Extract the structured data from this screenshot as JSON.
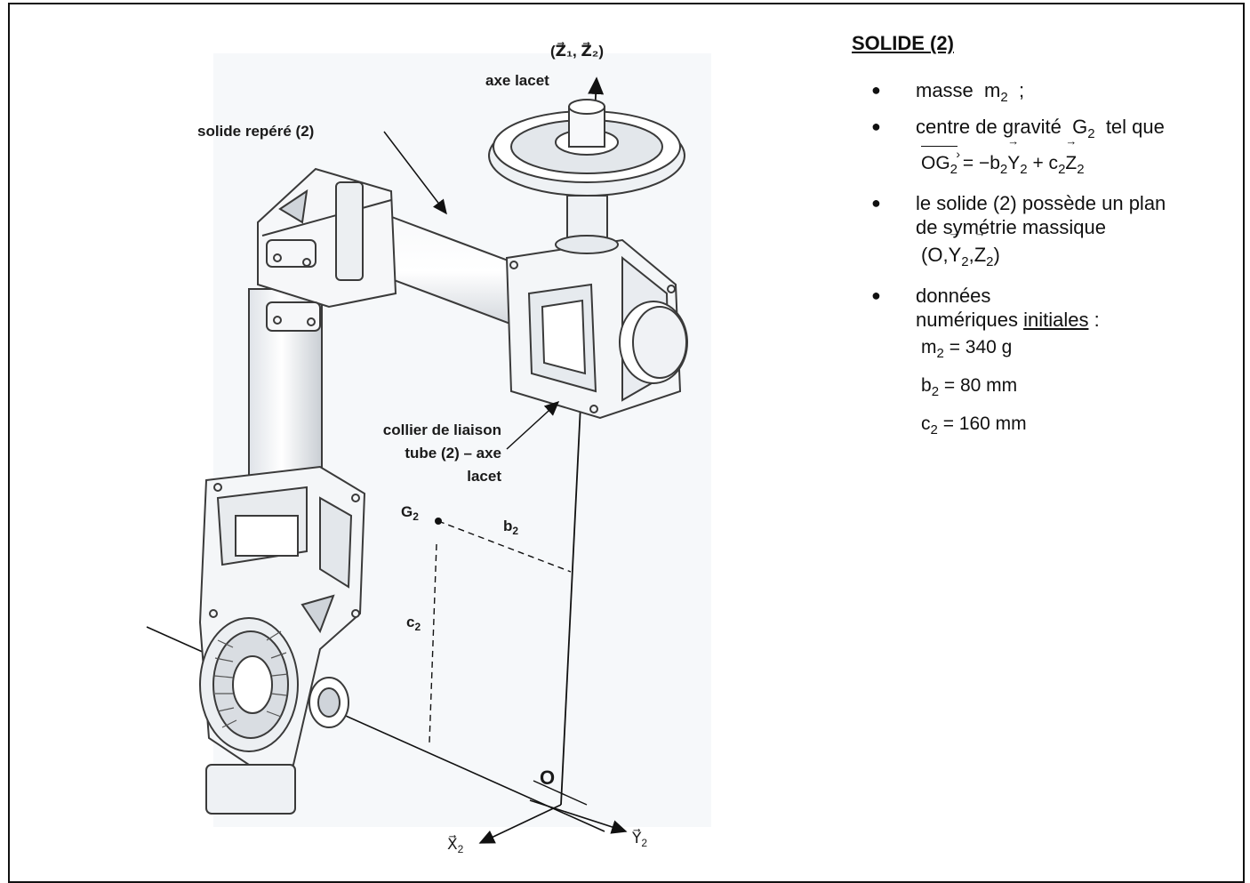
{
  "diagram": {
    "labels": {
      "axis_z": "(Z⃗₁, Z⃗₂)",
      "yaw_axis": "axe lacet",
      "solid_ref": "solide repéré (2)",
      "collar_l1": "collier de liaison",
      "collar_l2": "tube (2) – axe",
      "collar_l3": "lacet",
      "g2": "G",
      "g2_sub": "2",
      "b2": "b",
      "b2_sub": "2",
      "c2": "c",
      "c2_sub": "2",
      "origin": "O",
      "x2": "X⃗",
      "x2_sub": "2",
      "y2": "Y⃗",
      "y2_sub": "2"
    },
    "colors": {
      "line": "#111111",
      "part_fill": "#f2f4f7",
      "part_stroke": "#3a3a3a",
      "background_haze": "#e9eef4"
    }
  },
  "panel": {
    "title": "SOLIDE (2)",
    "items": {
      "mass_text": "masse",
      "mass_sym": "m",
      "mass_sub": "2",
      "mass_end": ";",
      "cog_text": "centre de gravité",
      "cog_sym": "G",
      "cog_sub": "2",
      "cog_end": "tel que",
      "eq_og": "OG",
      "eq_og_sub": "2",
      "eq_rhs1": "= −b",
      "eq_b_sub": "2",
      "eq_y": "Y",
      "eq_y_sub": "2",
      "eq_plus": "+ c",
      "eq_c_sub": "2",
      "eq_z": "Z",
      "eq_z_sub": "2",
      "sym_l1": "le solide (2) possède un plan",
      "sym_l2": "de symétrie massique",
      "sym_plane_o": "(O,",
      "sym_plane_y": "Y",
      "sym_plane_y_sub": "2",
      "sym_plane_comma": ",",
      "sym_plane_z": "Z",
      "sym_plane_z_sub": "2",
      "sym_plane_end": ")",
      "data_l1": "données",
      "data_l2a": "numériques",
      "data_l2b": "initiales",
      "data_l2c": " :",
      "v_m_sym": "m",
      "v_m_sub": "2",
      "v_m_val": "= 340 g",
      "v_b_sym": "b",
      "v_b_sub": "2",
      "v_b_val": "= 80 mm",
      "v_c_sym": "c",
      "v_c_sub": "2",
      "v_c_val": "= 160 mm"
    }
  }
}
